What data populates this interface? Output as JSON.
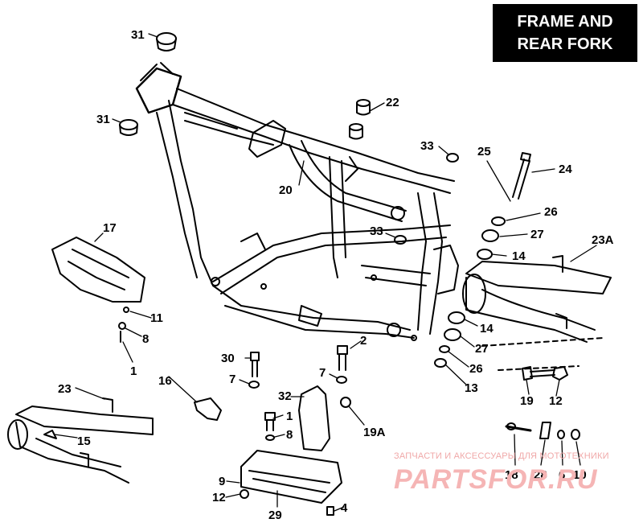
{
  "title": {
    "line1": "FRAME AND",
    "line2": "REAR FORK"
  },
  "watermark": {
    "line1": "ЗАПЧАСТИ И АКСЕССУАРЫ ДЛЯ МОТОТЕХНИКИ",
    "line2": "PARTSFOR.RU"
  },
  "labels": {
    "l31a": "31",
    "l31b": "31",
    "l22": "22",
    "l20": "20",
    "l33a": "33",
    "l25": "25",
    "l24": "24",
    "l26a": "26",
    "l27a": "27",
    "l23A": "23A",
    "l14a": "14",
    "l17": "17",
    "l33b": "33",
    "l11": "11",
    "l8a": "8",
    "l1a": "1",
    "l14b": "14",
    "l27b": "27",
    "l26b": "26",
    "l13": "13",
    "l2": "2",
    "l30": "30",
    "l7a": "7",
    "l7b": "7",
    "l16": "16",
    "l32": "32",
    "l19A": "19A",
    "l19": "19",
    "l12a": "12",
    "l23": "23",
    "l15": "15",
    "l1b": "1",
    "l8b": "8",
    "l9": "9",
    "l12b": "12",
    "l29": "29",
    "l4": "4",
    "l18": "18",
    "l28": "28",
    "l6": "6",
    "l10": "10"
  },
  "colors": {
    "ink": "#000000",
    "title_bg": "#000000",
    "title_fg": "#ffffff",
    "watermark": "#f5b5b5"
  }
}
